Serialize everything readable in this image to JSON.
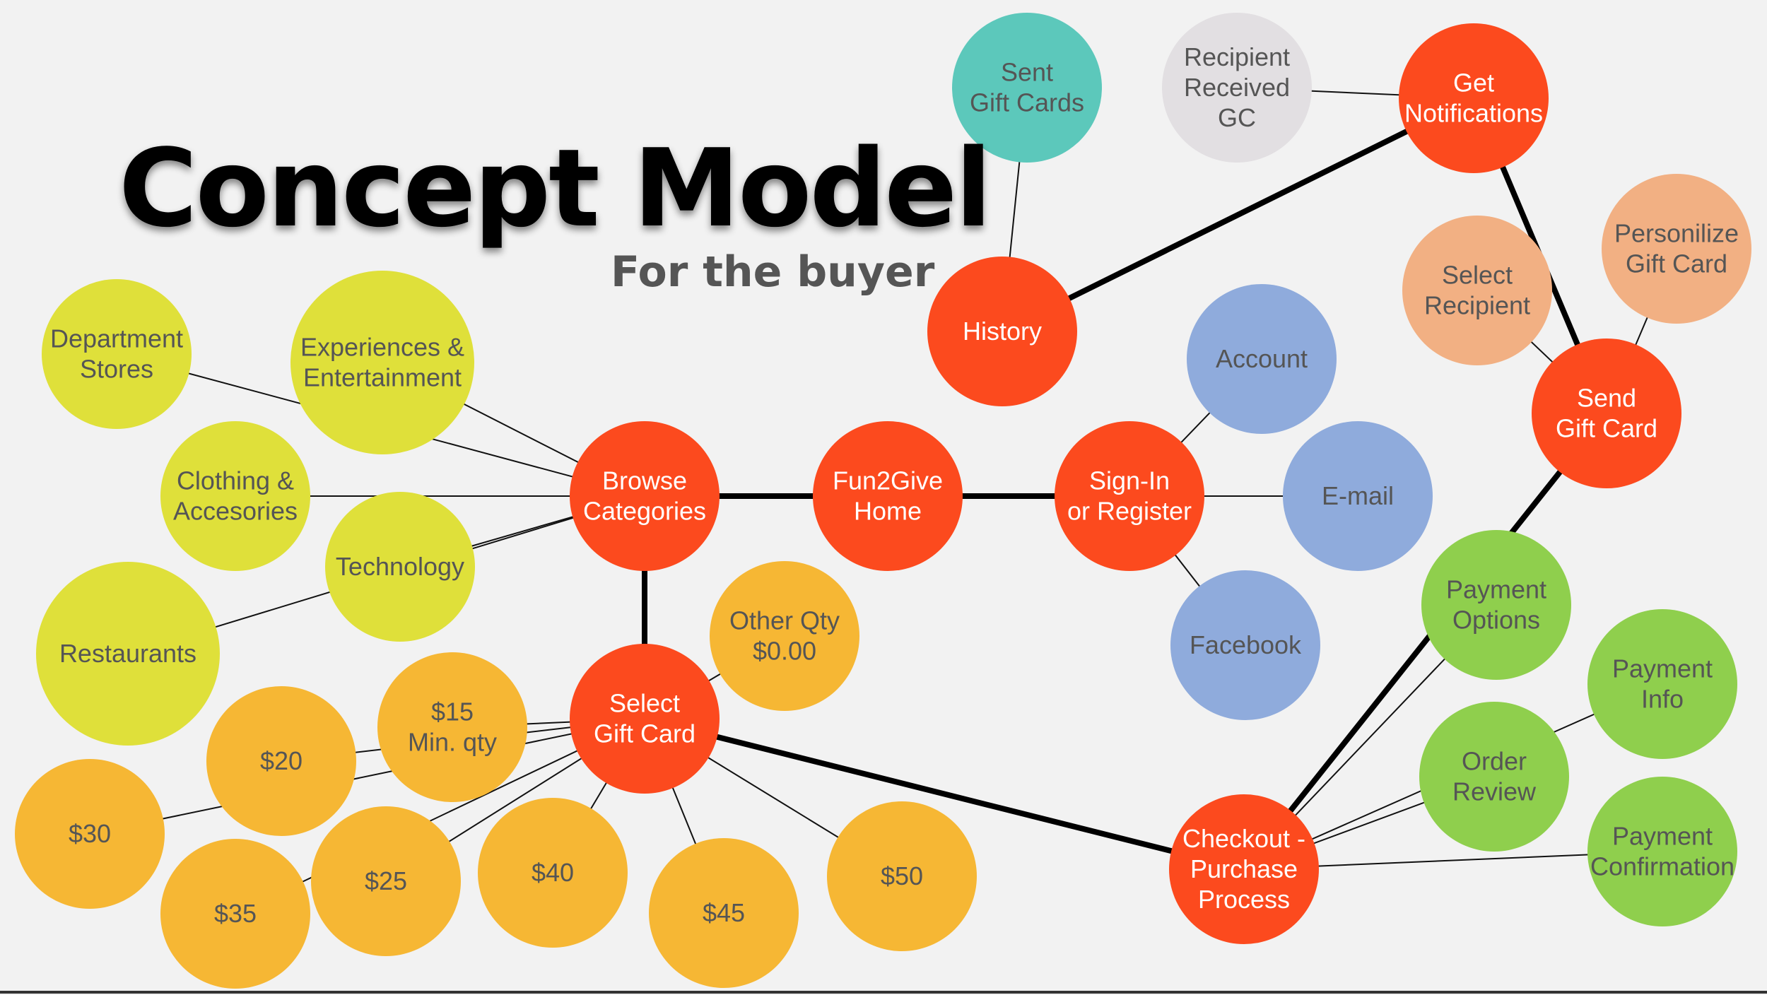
{
  "title": "Concept Model",
  "subtitle": "For the buyer",
  "colors": {
    "primary": "#fc4a1e",
    "category": "#dfe03a",
    "amount": "#f6b734",
    "social": "#8fabdc",
    "payment": "#8fcf4d",
    "recipient": "#f2b083",
    "history": "#5cc8bb",
    "received": "#e2dfe2"
  },
  "nodes": [
    {
      "id": "fun2give",
      "label": [
        "Fun2Give",
        "Home"
      ],
      "kind": "primary"
    },
    {
      "id": "browse",
      "label": [
        "Browse",
        "Categories"
      ],
      "kind": "primary"
    },
    {
      "id": "select_gc",
      "label": [
        "Select",
        "Gift Card"
      ],
      "kind": "primary"
    },
    {
      "id": "signin",
      "label": [
        "Sign-In",
        "or Register"
      ],
      "kind": "primary"
    },
    {
      "id": "history",
      "label": [
        "History"
      ],
      "kind": "primary"
    },
    {
      "id": "get_notif",
      "label": [
        "Get",
        "Notifications"
      ],
      "kind": "primary"
    },
    {
      "id": "send_gc",
      "label": [
        "Send",
        "Gift Card"
      ],
      "kind": "primary"
    },
    {
      "id": "checkout",
      "label": [
        "Checkout -",
        "Purchase",
        "Process"
      ],
      "kind": "primary"
    },
    {
      "id": "sent_gc",
      "label": [
        "Sent",
        "Gift Cards"
      ],
      "kind": "history"
    },
    {
      "id": "recipient_received",
      "label": [
        "Recipient",
        "Received",
        "GC"
      ],
      "kind": "received"
    },
    {
      "id": "select_recipient",
      "label": [
        "Select",
        "Recipient"
      ],
      "kind": "recipient"
    },
    {
      "id": "personalize",
      "label": [
        "Personilize",
        "Gift Card"
      ],
      "kind": "recipient"
    },
    {
      "id": "account",
      "label": [
        "Account"
      ],
      "kind": "social"
    },
    {
      "id": "email",
      "label": [
        "E-mail"
      ],
      "kind": "social"
    },
    {
      "id": "facebook",
      "label": [
        "Facebook"
      ],
      "kind": "social"
    },
    {
      "id": "payment_options",
      "label": [
        "Payment",
        "Options"
      ],
      "kind": "payment"
    },
    {
      "id": "payment_info",
      "label": [
        "Payment",
        "Info"
      ],
      "kind": "payment"
    },
    {
      "id": "order_review",
      "label": [
        "Order",
        "Review"
      ],
      "kind": "payment"
    },
    {
      "id": "payment_confirmation",
      "label": [
        "Payment",
        "Confirmation"
      ],
      "kind": "payment"
    },
    {
      "id": "dept_stores",
      "label": [
        "Department",
        "Stores"
      ],
      "kind": "category"
    },
    {
      "id": "experiences",
      "label": [
        "Experiences &",
        "Entertainment"
      ],
      "kind": "category"
    },
    {
      "id": "clothing",
      "label": [
        "Clothing &",
        "Accesories"
      ],
      "kind": "category"
    },
    {
      "id": "technology",
      "label": [
        "Technology"
      ],
      "kind": "category"
    },
    {
      "id": "restaurants",
      "label": [
        "Restaurants"
      ],
      "kind": "category"
    },
    {
      "id": "other_qty",
      "label": [
        "Other Qty",
        "$0.00"
      ],
      "kind": "amount"
    },
    {
      "id": "amt15",
      "label": [
        "$15",
        "Min. qty"
      ],
      "kind": "amount"
    },
    {
      "id": "amt20",
      "label": [
        "$20"
      ],
      "kind": "amount"
    },
    {
      "id": "amt25",
      "label": [
        "$25"
      ],
      "kind": "amount"
    },
    {
      "id": "amt30",
      "label": [
        "$30"
      ],
      "kind": "amount"
    },
    {
      "id": "amt35",
      "label": [
        "$35"
      ],
      "kind": "amount"
    },
    {
      "id": "amt40",
      "label": [
        "$40"
      ],
      "kind": "amount"
    },
    {
      "id": "amt45",
      "label": [
        "$45"
      ],
      "kind": "amount"
    },
    {
      "id": "amt50",
      "label": [
        "$50"
      ],
      "kind": "amount"
    }
  ],
  "edges": [
    {
      "from": "browse",
      "to": "fun2give",
      "weight": "thick"
    },
    {
      "from": "fun2give",
      "to": "signin",
      "weight": "thick"
    },
    {
      "from": "browse",
      "to": "select_gc",
      "weight": "thick"
    },
    {
      "from": "select_gc",
      "to": "checkout",
      "weight": "thick"
    },
    {
      "from": "checkout",
      "to": "send_gc",
      "weight": "thick"
    },
    {
      "from": "history",
      "to": "get_notif",
      "weight": "thick"
    },
    {
      "from": "get_notif",
      "to": "send_gc",
      "weight": "thick"
    },
    {
      "from": "history",
      "to": "sent_gc",
      "weight": "thin"
    },
    {
      "from": "recipient_received",
      "to": "get_notif",
      "weight": "thin"
    },
    {
      "from": "select_recipient",
      "to": "send_gc",
      "weight": "thin"
    },
    {
      "from": "personalize",
      "to": "send_gc",
      "weight": "thin"
    },
    {
      "from": "signin",
      "to": "account",
      "weight": "thin"
    },
    {
      "from": "signin",
      "to": "email",
      "weight": "thin"
    },
    {
      "from": "signin",
      "to": "facebook",
      "weight": "thin"
    },
    {
      "from": "checkout",
      "to": "payment_options",
      "weight": "thin"
    },
    {
      "from": "checkout",
      "to": "order_review",
      "weight": "thin"
    },
    {
      "from": "checkout",
      "to": "payment_confirmation",
      "weight": "thin"
    },
    {
      "from": "checkout",
      "to": "payment_info",
      "weight": "thin"
    },
    {
      "from": "browse",
      "to": "dept_stores",
      "weight": "thin"
    },
    {
      "from": "browse",
      "to": "experiences",
      "weight": "thin"
    },
    {
      "from": "browse",
      "to": "clothing",
      "weight": "thin"
    },
    {
      "from": "browse",
      "to": "technology",
      "weight": "thin"
    },
    {
      "from": "browse",
      "to": "restaurants",
      "weight": "thin"
    },
    {
      "from": "select_gc",
      "to": "other_qty",
      "weight": "thin"
    },
    {
      "from": "select_gc",
      "to": "amt15",
      "weight": "thin"
    },
    {
      "from": "select_gc",
      "to": "amt20",
      "weight": "thin"
    },
    {
      "from": "select_gc",
      "to": "amt25",
      "weight": "thin"
    },
    {
      "from": "select_gc",
      "to": "amt30",
      "weight": "thin"
    },
    {
      "from": "select_gc",
      "to": "amt35",
      "weight": "thin"
    },
    {
      "from": "select_gc",
      "to": "amt40",
      "weight": "thin"
    },
    {
      "from": "select_gc",
      "to": "amt45",
      "weight": "thin"
    },
    {
      "from": "select_gc",
      "to": "amt50",
      "weight": "thin"
    }
  ]
}
